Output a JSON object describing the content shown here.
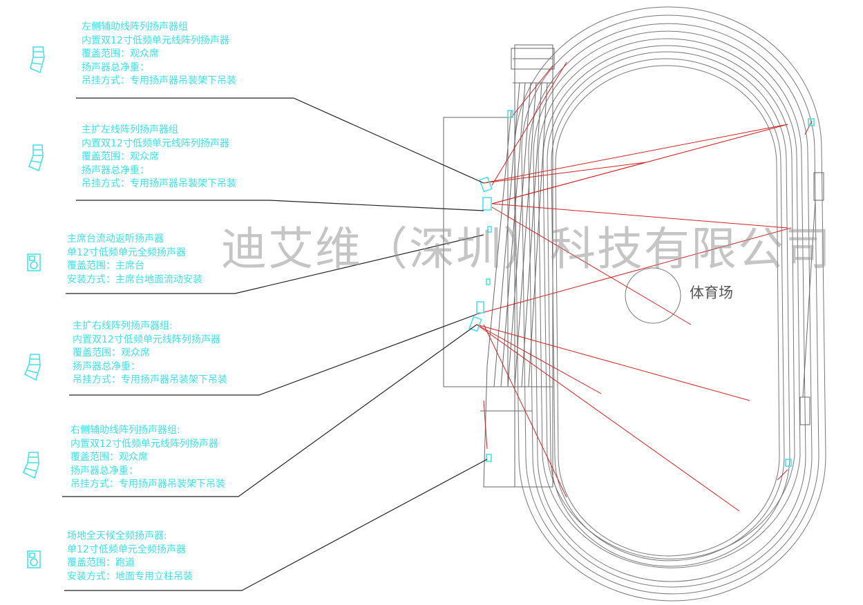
{
  "legend_items": [
    {
      "title": "左侧辅助线阵列扬声器组",
      "lines": [
        "内置双12寸低频单元线阵列扬声器",
        "覆盖范围：观众席",
        "扬声器总净重：",
        "吊挂方式：专用扬声器吊装架下吊装"
      ],
      "icon": "line-array-speaker-icon"
    },
    {
      "title": "主扩左线阵列扬声器组",
      "lines": [
        "内置双12寸低频单元线阵列扬声器",
        "覆盖范围：观众席",
        "扬声器总净重：",
        "吊挂方式：专用扬声器吊装架下吊装"
      ],
      "icon": "line-array-speaker-icon"
    },
    {
      "title": "主席台流动返听扬声器",
      "lines": [
        "单12寸低频单元全频扬声器",
        "覆盖范围：主席台",
        "安装方式：主席台地面流动安装"
      ],
      "icon": "fullrange-speaker-icon"
    },
    {
      "title": "主扩右线阵列扬声器组:",
      "lines": [
        "内置双12寸低频单元线阵列扬声器",
        "覆盖范围：观众席",
        "扬声器总净重：",
        "吊挂方式：专用扬声器吊装架下吊装"
      ],
      "icon": "line-array-speaker-icon"
    },
    {
      "title": "右侧辅助线阵列扬声器组:",
      "lines": [
        "内置双12寸低频单元线阵列扬声器",
        "覆盖范围：观众席",
        "扬声器总净重：",
        "吊挂方式：专用扬声器吊装架下吊装"
      ],
      "icon": "line-array-speaker-icon"
    },
    {
      "title": "场地全天候全频扬声器:",
      "lines": [
        "单12寸低频单元全频扬声器",
        "覆盖范围：跑道",
        "安装方式：地面专用立柱吊装"
      ],
      "icon": "fullrange-speaker-icon"
    }
  ],
  "stadium_label": "体育场",
  "watermark": "迪艾维（深圳）科技有限公司",
  "colors": {
    "text": "#3fe0e8",
    "coverage": "#d42020",
    "lines": "#333333"
  }
}
